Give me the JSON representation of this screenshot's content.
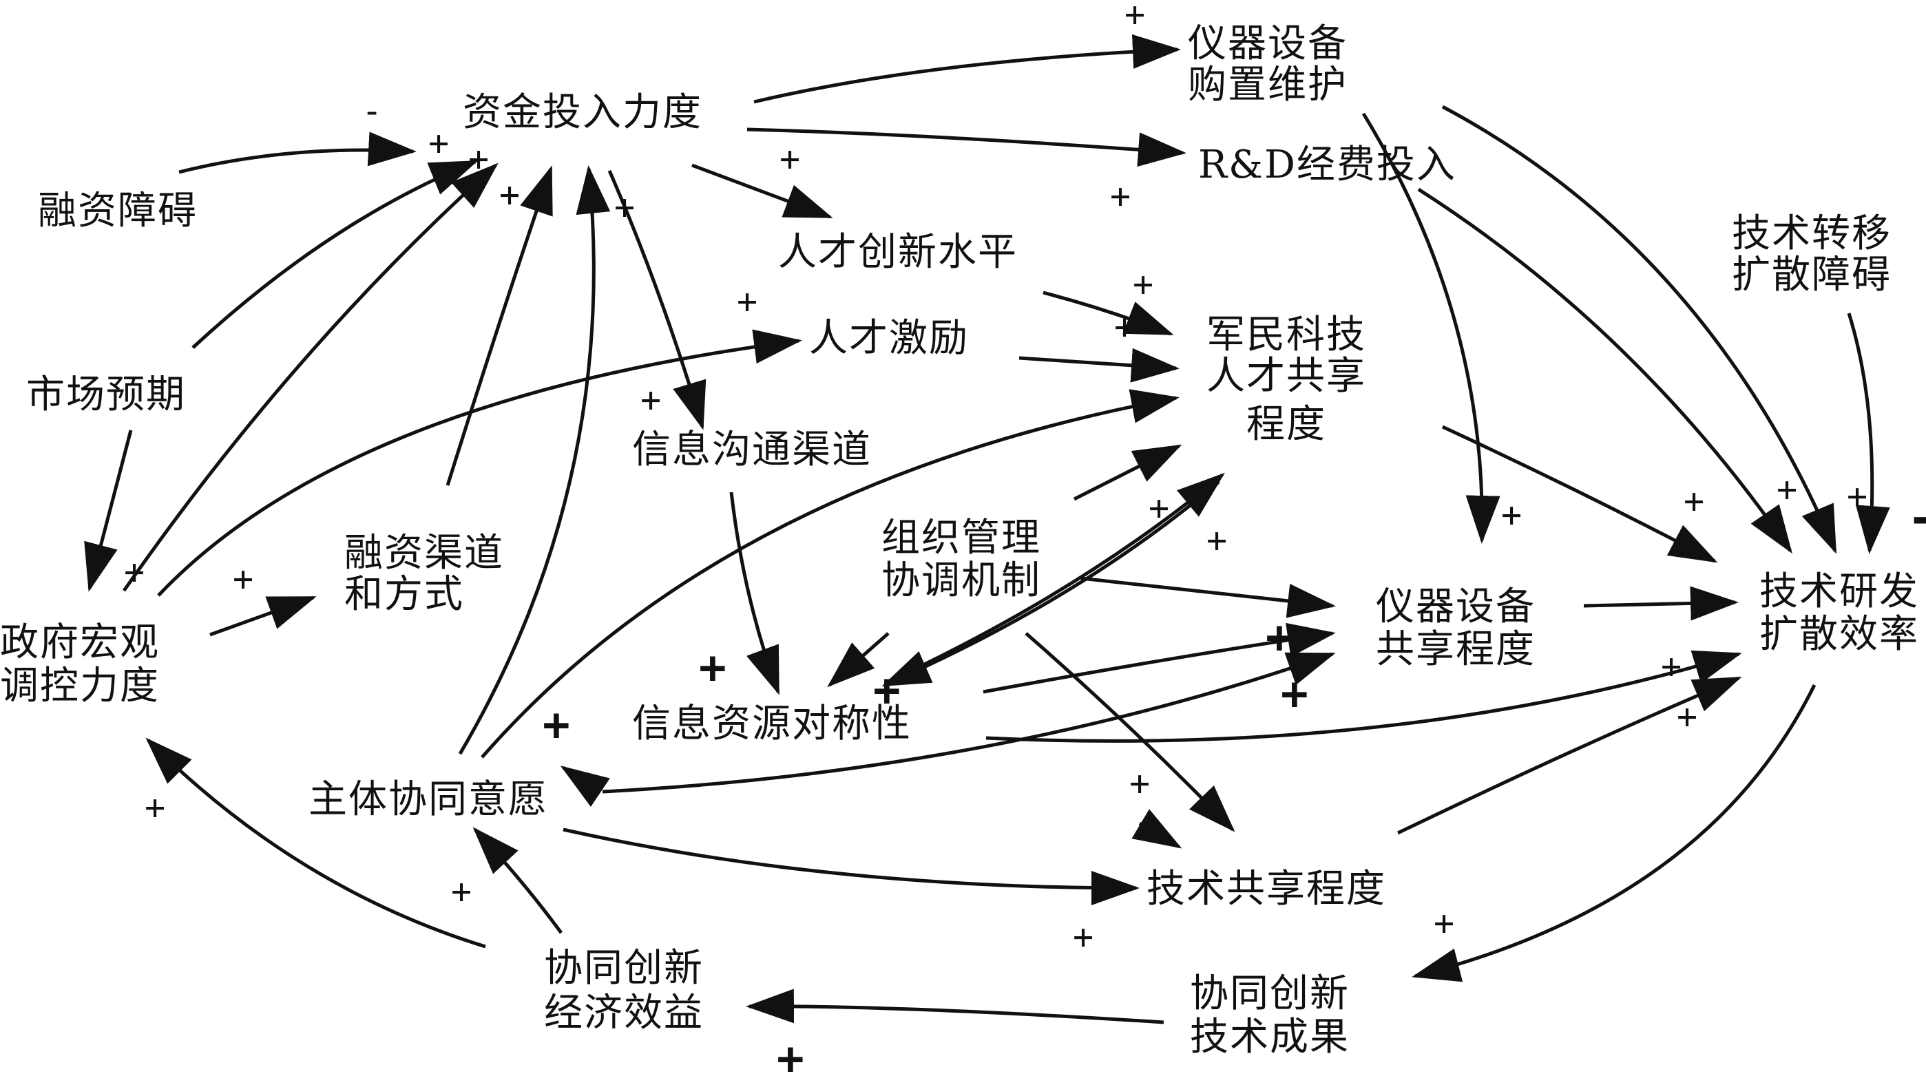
{
  "nodes": {
    "zijin": [
      "资金投入力度"
    ],
    "yiqi_buy": [
      "仪器设备",
      "购置维护"
    ],
    "rd": [
      "R&D经费投入"
    ],
    "rongzi_barrier": [
      "融资障碍"
    ],
    "rencai_level": [
      "人才创新水平"
    ],
    "tech_transfer_barrier": [
      "技术转移",
      "扩散障碍"
    ],
    "rencai_inc": [
      "人才激励"
    ],
    "junmin": [
      "军民科技",
      "人才共享",
      "程度"
    ],
    "market": [
      "市场预期"
    ],
    "info_channel": [
      "信息沟通渠道"
    ],
    "org": [
      "组织管理",
      "协调机制"
    ],
    "rongzi_channel": [
      "融资渠道",
      "和方式"
    ],
    "gov": [
      "政府宏观",
      "调控力度"
    ],
    "yiqi_share": [
      "仪器设备",
      "共享程度"
    ],
    "tech_eff": [
      "技术研发",
      "扩散效率"
    ],
    "info_sym": [
      "信息资源对称性"
    ],
    "subject": [
      "主体协同意愿"
    ],
    "tech_share": [
      "技术共享程度"
    ],
    "econ": [
      "协同创新",
      "经济效益"
    ],
    "achieve": [
      "协同创新",
      "技术成果"
    ]
  },
  "signs": {
    "plus": "+",
    "minus": "-"
  }
}
